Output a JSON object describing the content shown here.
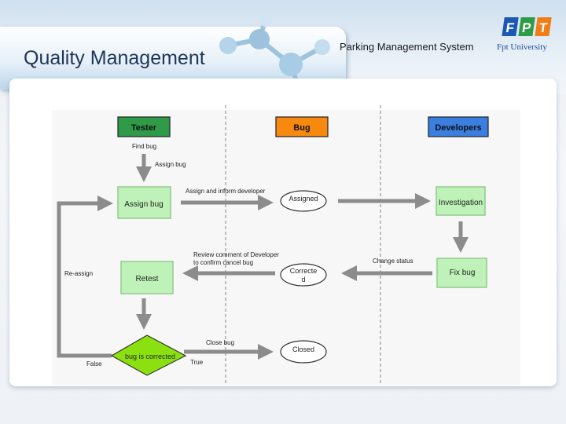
{
  "header": {
    "title": "Quality Management",
    "system_name": "Parking Management System",
    "logo_text": "Fpt University",
    "logo_letters": [
      "F",
      "P",
      "T"
    ]
  },
  "lanes": {
    "tester": "Tester",
    "bug": "Bug",
    "developers": "Developers"
  },
  "nodes": {
    "assign_bug": "Assign bug",
    "retest": "Retest",
    "decision": "bug is corrected",
    "assigned": "Assigned",
    "corrected_line1": "Correcte",
    "corrected_line2": "d",
    "closed": "Closed",
    "investigation": "Investigation",
    "fix_bug": "Fix bug"
  },
  "edges": {
    "find_bug": "Find bug",
    "assign_bug": "Assign bug",
    "assign_inform": "Assign and inform developer",
    "review_line1": "Review comment of Developer",
    "review_line2": "to confirm cancel bug",
    "change_status": "Change status",
    "close_bug": "Close bug",
    "re_assign": "Re-assign",
    "false_label": "False",
    "true_label": "True"
  },
  "colors": {
    "tester_header": "#2f9a48",
    "bug_header": "#f7890f",
    "developers_header": "#3a7fe0",
    "node_fill": "#bff2b8",
    "node_stroke": "#95c98d",
    "decision_fill": "#8be10f",
    "arrow": "#8c8c8c",
    "title": "#1f3558"
  }
}
